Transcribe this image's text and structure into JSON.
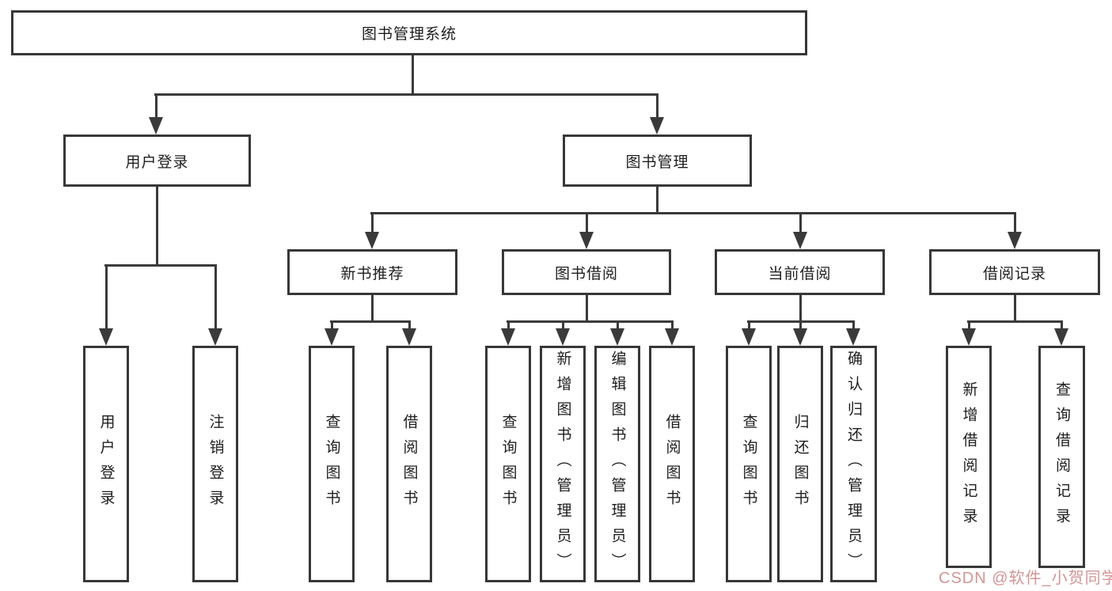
{
  "tree": {
    "root": "图书管理系统",
    "user": {
      "label": "用户登录",
      "children": [
        "用户登录",
        "注销登录"
      ]
    },
    "book": {
      "label": "图书管理",
      "sections": [
        {
          "label": "新书推荐",
          "children": [
            "查询图书",
            "借阅图书"
          ]
        },
        {
          "label": "图书借阅",
          "children": [
            "查询图书",
            "新增图书（管理员）",
            "编辑图书（管理员）",
            "借阅图书"
          ]
        },
        {
          "label": "当前借阅",
          "children": [
            "查询图书",
            "归还图书",
            "确认归还（管理员）"
          ]
        },
        {
          "label": "借阅记录",
          "children": [
            "新增借阅记录",
            "查询借阅记录"
          ]
        }
      ]
    }
  },
  "watermark": {
    "text": "CSDN @软件_小贺同学",
    "color": "#cd8a8a"
  },
  "colors": {
    "line": "#3a3a3a",
    "box_border": "#373737",
    "box_background": "#ffffff",
    "text": "#1e1e1e"
  }
}
